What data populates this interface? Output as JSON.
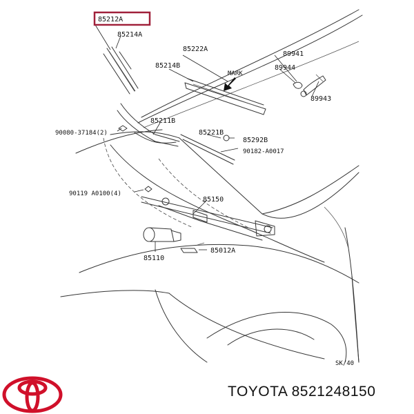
{
  "diagram": {
    "highlight_color": "#a0203a",
    "labels": {
      "p85212A": "85212A",
      "p85214A": "85214A",
      "p85222A": "85222A",
      "p85214B": "85214B",
      "mark": "MARK",
      "p89941": "89941",
      "p89944": "89944",
      "p89943": "89943",
      "p90080": "90080-37184(2)",
      "p85211B": "85211B",
      "p85221B": "85221B",
      "p85292B": "85292B",
      "p90182": "90182-A0017",
      "p90119": "90119 A0100(4)",
      "p85150": "85150",
      "p85110": "85110",
      "p85012A": "85012A",
      "ref_code": "SK/40"
    }
  },
  "caption": {
    "brand": "TOYOTA",
    "part_number": "8521248150",
    "logo_color": "#d0102a",
    "logo_icon": "toyota-logo-icon"
  }
}
